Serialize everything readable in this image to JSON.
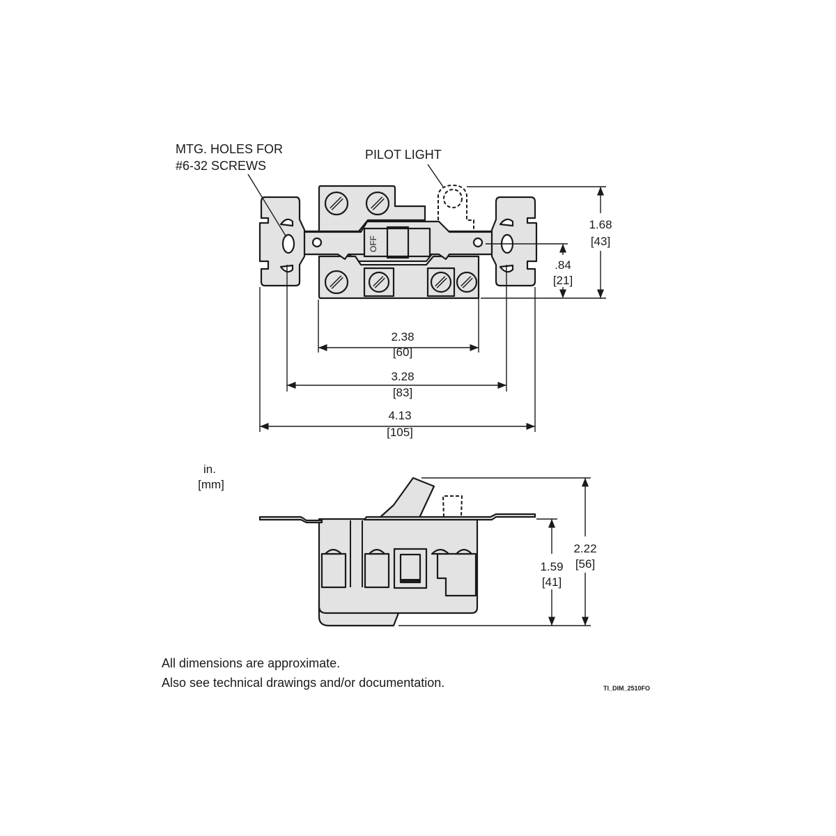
{
  "callouts": {
    "mtg_holes_line1": "MTG. HOLES FOR",
    "mtg_holes_line2": "#6-32 SCREWS",
    "pilot_light": "PILOT LIGHT"
  },
  "toggle_label": "OFF",
  "units": {
    "primary": "in.",
    "secondary": "[mm]"
  },
  "dimensions": {
    "height_top": {
      "in": "1.68",
      "mm": "[43]"
    },
    "half_height": {
      "in": ".84",
      "mm": "[21]"
    },
    "body_width": {
      "in": "2.38",
      "mm": "[60]"
    },
    "hole_spacing": {
      "in": "3.28",
      "mm": "[83]"
    },
    "overall_width": {
      "in": "4.13",
      "mm": "[105]"
    },
    "depth_body": {
      "in": "1.59",
      "mm": "[41]"
    },
    "depth_overall": {
      "in": "2.22",
      "mm": "[56]"
    }
  },
  "notes": [
    "All dimensions are approximate.",
    "Also see technical drawings and/or documentation."
  ],
  "drawing_id": "TI_DIM_2510FO"
}
